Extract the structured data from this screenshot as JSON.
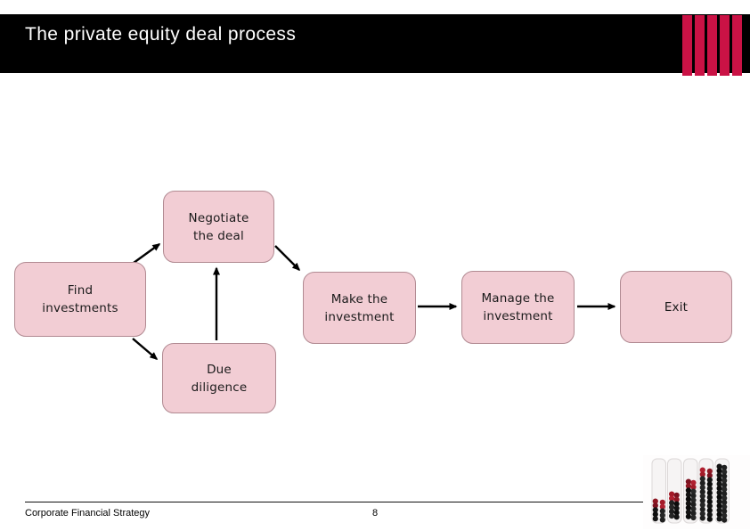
{
  "slide": {
    "title": "The private equity deal process",
    "footer_text": "Corporate Financial Strategy",
    "page_number": "8"
  },
  "theme": {
    "header_bg": "#000000",
    "title_color": "#FFFFFF",
    "logo_bar_color": "#CA1245",
    "box_fill": "#F2CDD4",
    "box_border": "#B18A92",
    "box_text": "#1A1A1A",
    "arrow_color": "#000000"
  },
  "icons": {
    "logo": "five-bar-logo",
    "bottom_right_image": "berry-test-tubes-ascending-image"
  },
  "diagram": {
    "nodes": [
      {
        "id": "negotiate",
        "label": "Negotiate\nthe deal"
      },
      {
        "id": "find",
        "label": "Find\ninvestments"
      },
      {
        "id": "due",
        "label": "Due\ndiligence"
      },
      {
        "id": "make",
        "label": "Make the\ninvestment"
      },
      {
        "id": "manage",
        "label": "Manage the\ninvestment"
      },
      {
        "id": "exit",
        "label": "Exit"
      }
    ],
    "edges": [
      {
        "from": "find",
        "to": "negotiate"
      },
      {
        "from": "find",
        "to": "due"
      },
      {
        "from": "due",
        "to": "negotiate"
      },
      {
        "from": "negotiate",
        "to": "make"
      },
      {
        "from": "make",
        "to": "manage"
      },
      {
        "from": "manage",
        "to": "exit"
      }
    ]
  }
}
